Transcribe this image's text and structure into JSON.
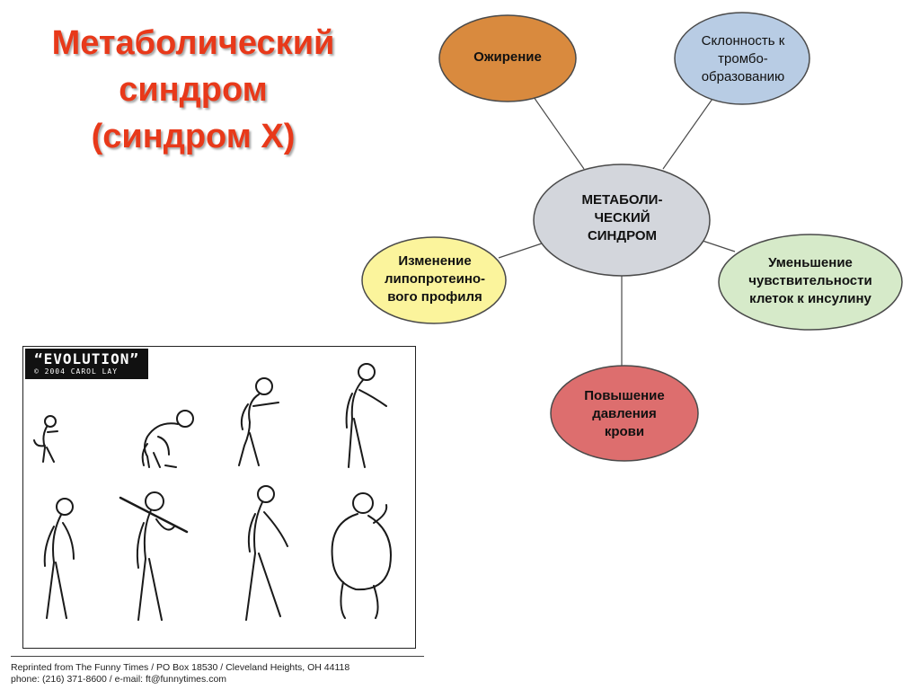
{
  "title": {
    "line1": "Метаболический",
    "line2": "синдром",
    "line3": "(синдром Х)"
  },
  "diagram": {
    "center": {
      "label": "МЕТАБОЛИ-\nЧЕСКИЙ\nСИНДРОМ",
      "color": "#d3d6dc"
    },
    "nodes": [
      {
        "id": "obesity",
        "label": "Ожирение",
        "color": "#d98a3e"
      },
      {
        "id": "thrombosis",
        "label": "Склонность к\nтромбо-\nобразованию",
        "color": "#b8cce4"
      },
      {
        "id": "lipoprotein",
        "label": "Изменение\nлипопротеино-\nвого профиля",
        "color": "#fbf49c"
      },
      {
        "id": "insulin",
        "label": "Уменьшение\nчувствительности\nклеток к инсулину",
        "color": "#d6eac9"
      },
      {
        "id": "pressure",
        "label": "Повышение\nдавления\nкрови",
        "color": "#dd6e6e"
      }
    ]
  },
  "cartoon": {
    "title": "“EVOLUTION”",
    "copyright": "© 2004 CAROL LAY"
  },
  "footer": {
    "line1": "Reprinted from The Funny Times / PO Box 18530 / Cleveland Heights, OH 44118",
    "line2": "phone: (216) 371-8600 / e-mail: ft@funnytimes.com"
  },
  "colors": {
    "title": "#e8391a",
    "outline": "#4a4a4a"
  }
}
